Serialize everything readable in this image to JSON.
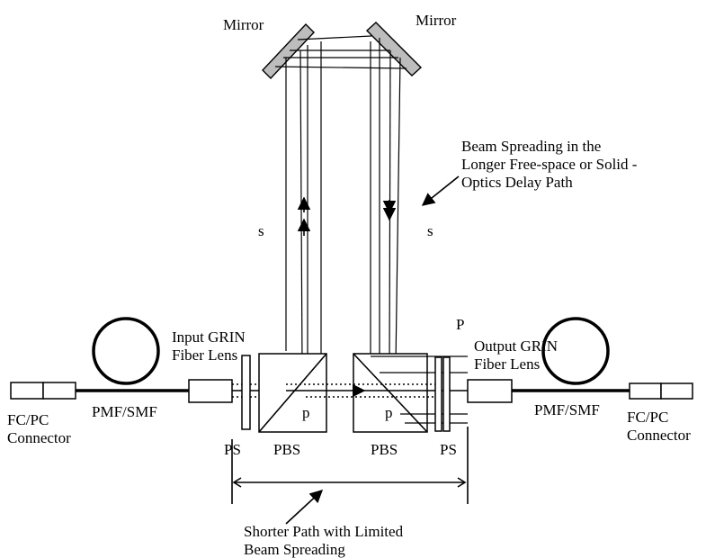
{
  "labels": {
    "mirror_left": "Mirror",
    "mirror_right": "Mirror",
    "beam_spreading_line1": "Beam Spreading in the",
    "beam_spreading_line2": "Longer Free-space or Solid -",
    "beam_spreading_line3": "Optics Delay Path",
    "s_left": "s",
    "s_right": "s",
    "p_top": "P",
    "input_grin_line1": "Input GRIN",
    "input_grin_line2": "Fiber Lens",
    "output_grin_line1": "Output GRIN",
    "output_grin_line2": "Fiber Lens",
    "p_left": "p",
    "p_right": "p",
    "fc_left_line1": "FC/PC",
    "fc_left_line2": "Connector",
    "pmf_left": "PMF/SMF",
    "pmf_right": "PMF/SMF",
    "fc_right_line1": "FC/PC",
    "fc_right_line2": "Connector",
    "ps_left": "PS",
    "pbs_left": "PBS",
    "pbs_right": "PBS",
    "ps_right": "PS",
    "shorter_line1": "Shorter Path with Limited",
    "shorter_line2": "Beam Spreading"
  }
}
